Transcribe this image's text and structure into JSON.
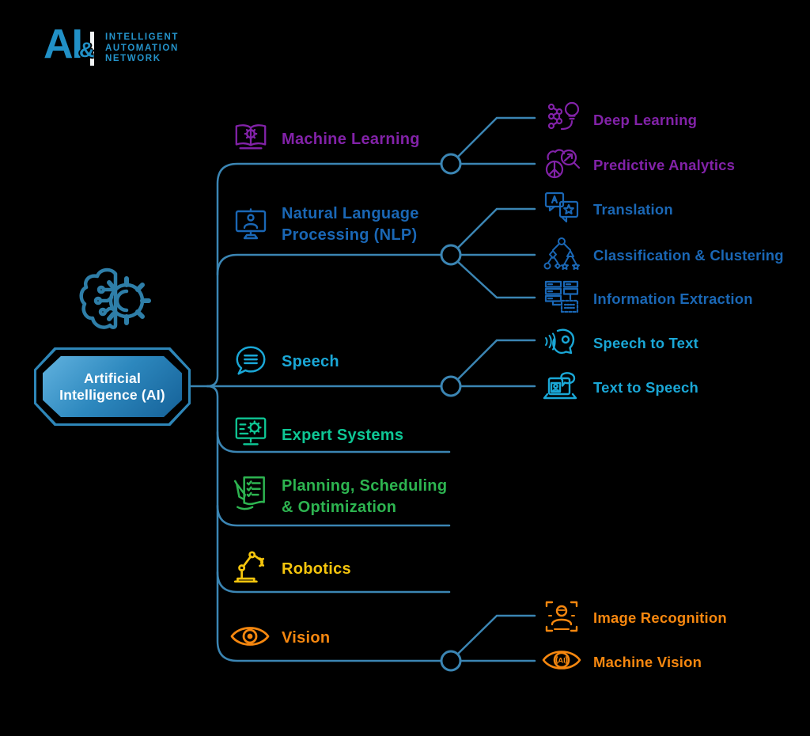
{
  "logo": {
    "ai": "AI",
    "ampersand": "&",
    "lines": [
      "INTELLIGENT",
      "AUTOMATION",
      "NETWORK"
    ],
    "color": "#2190C6",
    "bar_color": "#F2F5F6"
  },
  "root": {
    "line1": "Artificial",
    "line2": "Intelligence (AI)",
    "text_color": "#FFFFFF",
    "border_color": "#2E86B8",
    "gradient": [
      "#61B2DF",
      "#156198"
    ],
    "icon": "brain-gear-icon"
  },
  "connector": {
    "color": "#3B85B3",
    "node_circle_color": "#3B85B3"
  },
  "icon_glyphs": {
    "translation_letter": "A",
    "machine_vision_label": "AI"
  },
  "branches": [
    {
      "label": "Machine Learning",
      "color": "#8222A8",
      "icon": "book-gear-icon",
      "children": [
        {
          "label": "Deep Learning",
          "icon": "neural-network-bulb-icon"
        },
        {
          "label": "Predictive Analytics",
          "icon": "brain-magnifier-icon"
        }
      ]
    },
    {
      "label": "Natural Language Processing (NLP)",
      "label_lines": [
        "Natural Language",
        "Processing (NLP)"
      ],
      "color": "#1A67B5",
      "icon": "monitor-person-icon",
      "children": [
        {
          "label": "Translation",
          "icon": "chat-translate-icon"
        },
        {
          "label": "Classification & Clustering",
          "icon": "cluster-tree-icon"
        },
        {
          "label": "Information Extraction",
          "icon": "database-extract-icon"
        }
      ]
    },
    {
      "label": "Speech",
      "color": "#1AA7D6",
      "icon": "speech-bubble-icon",
      "children": [
        {
          "label": "Speech to Text",
          "icon": "talking-head-icon"
        },
        {
          "label": "Text to Speech",
          "icon": "laptop-speech-icon"
        }
      ]
    },
    {
      "label": "Expert Systems",
      "color": "#0EC795",
      "icon": "monitor-gear-icon",
      "children": []
    },
    {
      "label": "Planning, Scheduling & Optimization",
      "label_lines": [
        "Planning, Scheduling",
        "& Optimization"
      ],
      "color": "#2DB450",
      "icon": "checklist-pencil-icon",
      "children": []
    },
    {
      "label": "Robotics",
      "color": "#F5C50D",
      "icon": "robot-arm-icon",
      "children": []
    },
    {
      "label": "Vision",
      "color": "#F6870F",
      "icon": "eye-icon",
      "children": [
        {
          "label": "Image Recognition",
          "icon": "face-scan-icon"
        },
        {
          "label": "Machine Vision",
          "icon": "eye-ai-icon"
        }
      ]
    }
  ]
}
